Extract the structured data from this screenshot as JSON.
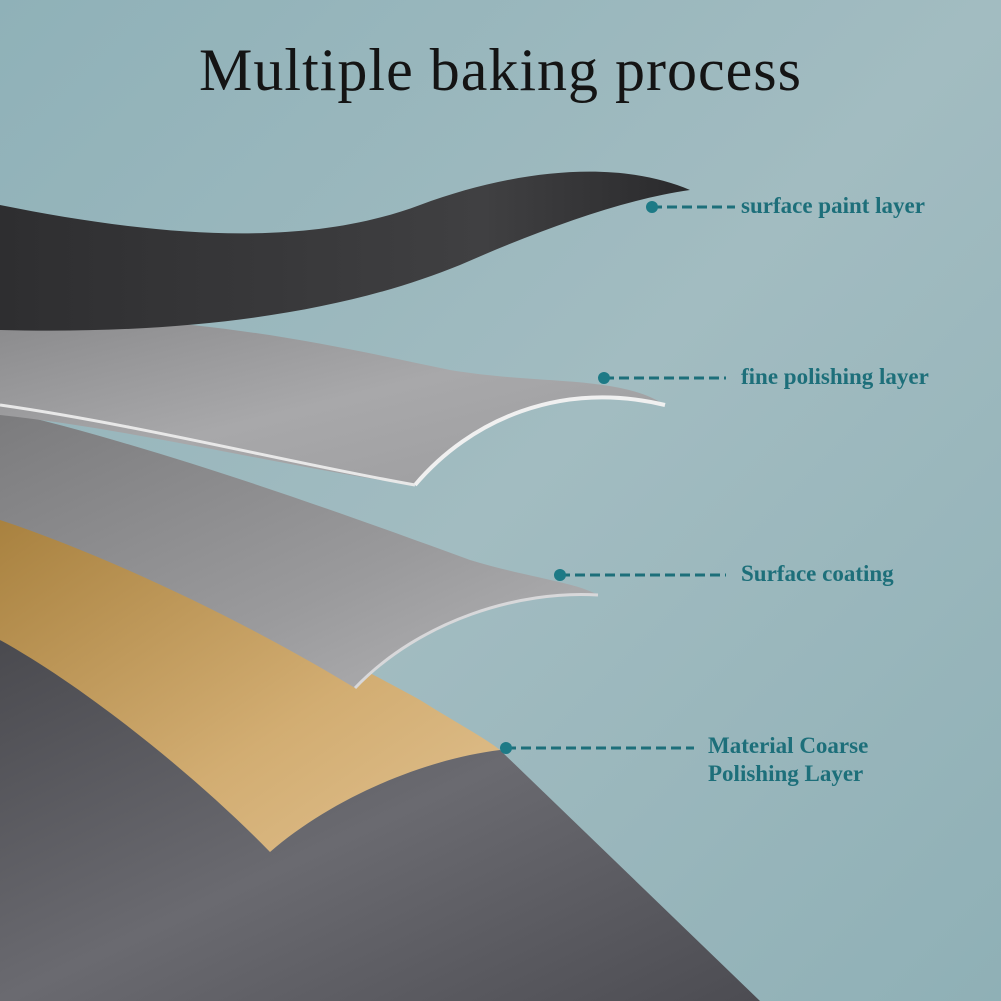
{
  "title": "Multiple baking process",
  "labels": {
    "surface_paint": "surface paint layer",
    "fine_polishing": "fine polishing layer",
    "surface_coating": "Surface coating",
    "coarse_line1": "Material Coarse",
    "coarse_line2": "Polishing Layer"
  },
  "colors": {
    "background": "#9bb5bb",
    "accent": "#1d6f7a",
    "paint_layer": "#38383a",
    "fine_layer": "#9a9a9c",
    "coating_layer": "#8c8c8e",
    "coarse_layer": "#c29a5c",
    "base": "#5b5b60"
  }
}
